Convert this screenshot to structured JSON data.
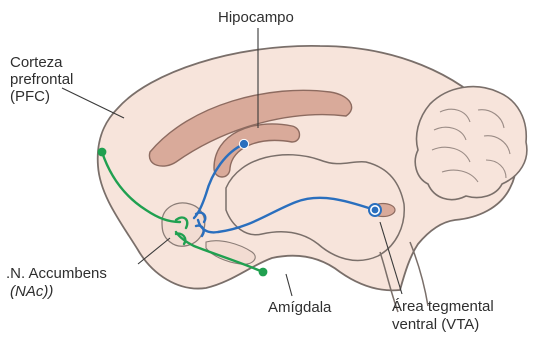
{
  "labels": {
    "hipocampo": "Hipocampo",
    "corteza_line1": "Corteza",
    "corteza_line2": "prefrontal",
    "corteza_line3": "(PFC)",
    "accumbens_line1": ".N. Accumbens",
    "accumbens_line2": "(NAc))",
    "amigdala": "Amígdala",
    "vta_line1": "Área tegmental",
    "vta_line2": "ventral (VTA)"
  },
  "colors": {
    "brain_fill": "#f7e4db",
    "brain_outline": "#7a6f6a",
    "inner_structure_fill": "#d9aa9a",
    "inner_structure_outline": "#8d6b60",
    "dopamine_pathway": "#2a6fbe",
    "glutamate_pathway": "#20a050",
    "label_text": "#2f2f2f",
    "leader_line": "#3a3a3a"
  }
}
